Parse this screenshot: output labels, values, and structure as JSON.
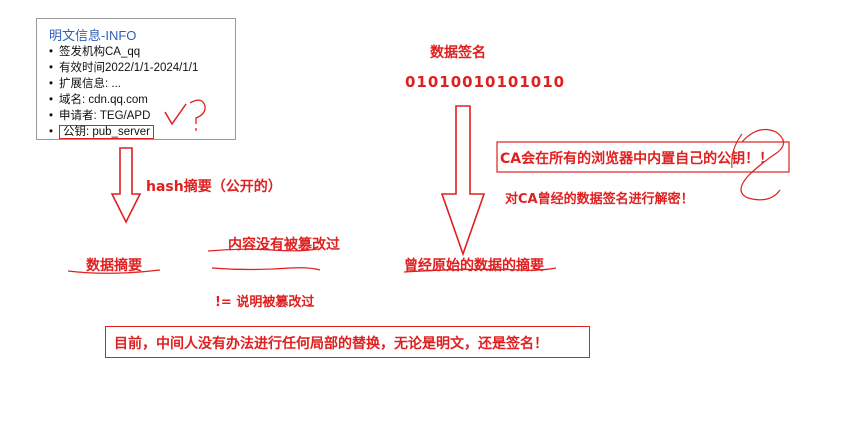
{
  "certificate": {
    "title": "明文信息-INFO",
    "items": [
      "签发机构CA_qq",
      "有效时间2022/1/1-2024/1/1",
      "扩展信息: ...",
      "域名: cdn.qq.com",
      "申请者: TEG/APD",
      "公钥: pub_server"
    ],
    "bullet": "•"
  },
  "labels": {
    "hash_summary": "hash摘要（公开的）",
    "data_digest": "数据摘要",
    "not_tampered": "内容没有被篡改过",
    "neq_tampered": "!= 说明被篡改过",
    "signature_title": "数据签名",
    "signature_bits": "01010010101010",
    "ca_builtin": "CA会在所有的浏览器中内置自己的公钥！！",
    "decrypt": "对CA曾经的数据签名进行解密！",
    "original_digest": "曾经原始的数据的摘要",
    "conclusion": "目前，中间人没有办法进行任何局部的替换，无论是明文，还是签名！"
  },
  "colors": {
    "accent": "#e02020",
    "cert_title": "#2f5fb8"
  }
}
